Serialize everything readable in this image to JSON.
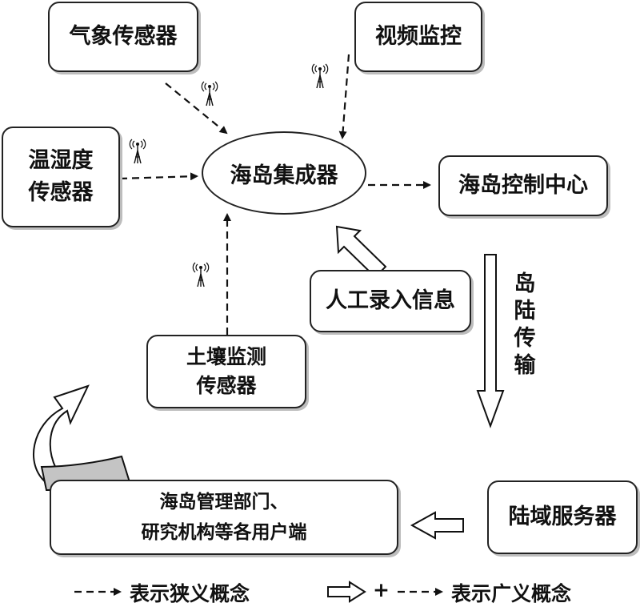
{
  "nodes": {
    "weather": {
      "label": "气象传感器"
    },
    "video": {
      "label": "视频监控"
    },
    "temp_humidity": {
      "lines": [
        "温湿度",
        "传感器"
      ]
    },
    "integrator": {
      "label": "海岛集成器"
    },
    "control_center": {
      "label": "海岛控制中心"
    },
    "manual_entry": {
      "label": "人工录入信息"
    },
    "soil": {
      "lines": [
        "土壤监测",
        "传感器"
      ]
    },
    "users": {
      "lines": [
        "海岛管理部门、",
        "研究机构等各用户端"
      ]
    },
    "land_server": {
      "label": "陆域服务器"
    }
  },
  "island_land_transfer": {
    "chars": [
      "岛",
      "陆",
      "传",
      "输"
    ]
  },
  "legend": {
    "narrow": "表示狭义概念",
    "plus": "+",
    "broad": "表示广义概念"
  }
}
